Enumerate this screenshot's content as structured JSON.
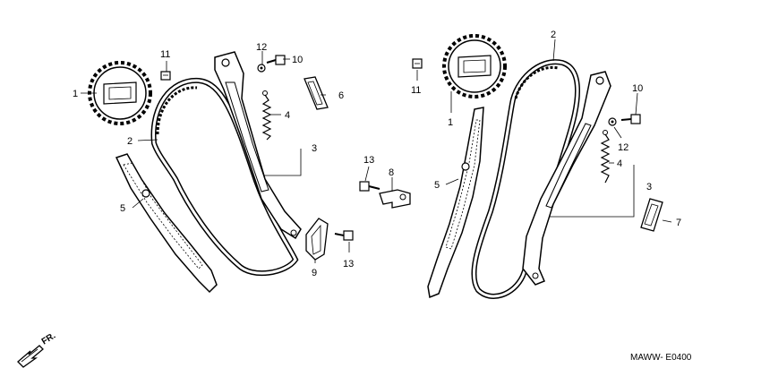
{
  "diagram": {
    "code": "MAWW- E0400",
    "front_label": "FR.",
    "callouts": {
      "left": {
        "n1": "1",
        "n2": "2",
        "n3": "3",
        "n4": "4",
        "n5": "5",
        "n6": "6",
        "n10": "10",
        "n11": "11",
        "n12": "12"
      },
      "center": {
        "n8": "8",
        "n9": "9",
        "n13a": "13",
        "n13b": "13"
      },
      "right": {
        "n1": "1",
        "n2": "2",
        "n3": "3",
        "n4": "4",
        "n5": "5",
        "n7": "7",
        "n10": "10",
        "n11": "11",
        "n12": "12"
      }
    }
  }
}
